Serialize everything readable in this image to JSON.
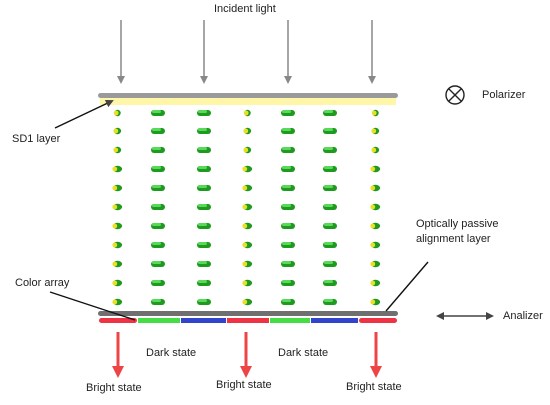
{
  "labels": {
    "incident_light": "Incident light",
    "polarizer": "Polarizer",
    "sd1_layer": "SD1 layer",
    "passive_layer_line1": "Optically passive",
    "passive_layer_line2": "alignment layer",
    "color_array": "Color array",
    "analyzer": "Analizer",
    "dark_state": "Dark state",
    "bright_state": "Bright state"
  },
  "icons": {
    "polarizer_symbol": "circled-x-icon",
    "analyzer_symbol": "double-headed-arrow-icon"
  },
  "colors": {
    "incident_arrow": "#888888",
    "top_plate": "#9a9a9a",
    "sd1_film": "#fff6a8",
    "lc_dark_green": "#1e9a1e",
    "lc_bright_green": "#5fe05f",
    "lc_yellow": "#e8e020",
    "bottom_plate": "#6f6f6f",
    "color_filter_red": "#ee3344",
    "color_filter_green": "#44dd44",
    "color_filter_blue": "#3344cc",
    "bright_arrow": "#ee4444",
    "leader_line": "#111111"
  },
  "structure": {
    "columns": [
      {
        "type": "dot"
      },
      {
        "type": "rod"
      },
      {
        "type": "rod"
      },
      {
        "type": "dot"
      },
      {
        "type": "rod"
      },
      {
        "type": "rod"
      },
      {
        "type": "dot"
      }
    ],
    "color_filter_sequence": [
      "red",
      "green",
      "blue",
      "red",
      "green",
      "blue",
      "red"
    ],
    "output_states": [
      "Bright state",
      "Dark state",
      "Bright state",
      "Dark state",
      "Bright state"
    ]
  }
}
